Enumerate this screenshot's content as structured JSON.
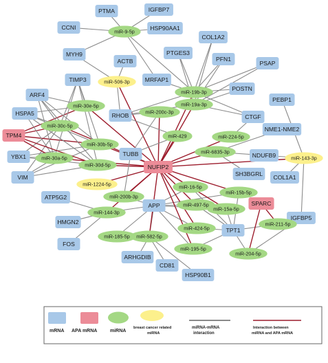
{
  "colors": {
    "mrna_fill": "#a8c8e8",
    "apa_fill": "#ec8c98",
    "mirna_fill": "#a4d884",
    "bc_fill": "#fcf08c",
    "gray_edge": "#8a8a8a",
    "red_edge": "#9c1c2c",
    "legend_border": "#666666"
  },
  "nodes": [
    {
      "id": "PTMA",
      "type": "mrna"
    },
    {
      "id": "IGFBP7",
      "type": "mrna"
    },
    {
      "id": "CCNI",
      "type": "mrna"
    },
    {
      "id": "miR-9-5p",
      "type": "mirna"
    },
    {
      "id": "HSP90AA1",
      "type": "mrna"
    },
    {
      "id": "COL1A2",
      "type": "mrna"
    },
    {
      "id": "MYH9",
      "type": "mrna"
    },
    {
      "id": "PTGES3",
      "type": "mrna"
    },
    {
      "id": "PFN1",
      "type": "mrna"
    },
    {
      "id": "ACTB",
      "type": "mrna"
    },
    {
      "id": "PSAP",
      "type": "mrna"
    },
    {
      "id": "miR-506-3p",
      "type": "bc"
    },
    {
      "id": "MRFAP1",
      "type": "mrna"
    },
    {
      "id": "TIMP3",
      "type": "mrna"
    },
    {
      "id": "POSTN",
      "type": "mrna"
    },
    {
      "id": "miR-19b-3p",
      "type": "mirna"
    },
    {
      "id": "ARF4",
      "type": "mrna"
    },
    {
      "id": "miR-19a-3p",
      "type": "mirna"
    },
    {
      "id": "PEBP1",
      "type": "mrna"
    },
    {
      "id": "miR-30e-5p",
      "type": "mirna"
    },
    {
      "id": "RHOB",
      "type": "mrna"
    },
    {
      "id": "miR-200c-3p",
      "type": "mirna"
    },
    {
      "id": "HSPA5",
      "type": "mrna"
    },
    {
      "id": "CTGF",
      "type": "mrna"
    },
    {
      "id": "NME1-NME2",
      "type": "mrna"
    },
    {
      "id": "TPM4",
      "type": "apa"
    },
    {
      "id": "miR-30c-5p",
      "type": "mirna"
    },
    {
      "id": "miR-224-5p",
      "type": "mirna"
    },
    {
      "id": "miR-429",
      "type": "mirna"
    },
    {
      "id": "miR-30b-5p",
      "type": "mirna"
    },
    {
      "id": "YBX1",
      "type": "mrna"
    },
    {
      "id": "TUBB",
      "type": "mrna"
    },
    {
      "id": "miR-6835-3p",
      "type": "mirna"
    },
    {
      "id": "NDUFB9",
      "type": "mrna"
    },
    {
      "id": "miR-30a-5p",
      "type": "mirna"
    },
    {
      "id": "miR-143-3p",
      "type": "bc"
    },
    {
      "id": "miR-30d-5p",
      "type": "mirna"
    },
    {
      "id": "NUFIP2",
      "type": "apa"
    },
    {
      "id": "SH3BGRL",
      "type": "mrna"
    },
    {
      "id": "VIM",
      "type": "mrna"
    },
    {
      "id": "COL1A1",
      "type": "mrna"
    },
    {
      "id": "miR-1224-5p",
      "type": "bc"
    },
    {
      "id": "miR-16-5p",
      "type": "mirna"
    },
    {
      "id": "miR-15b-5p",
      "type": "mirna"
    },
    {
      "id": "ATP5G2",
      "type": "mrna"
    },
    {
      "id": "miR-200b-3p",
      "type": "mirna"
    },
    {
      "id": "APP",
      "type": "mrna"
    },
    {
      "id": "miR-497-5p",
      "type": "mirna"
    },
    {
      "id": "miR-15a-5p",
      "type": "mirna"
    },
    {
      "id": "SPARC",
      "type": "apa"
    },
    {
      "id": "IGFBP5",
      "type": "mrna"
    },
    {
      "id": "miR-144-3p",
      "type": "mirna"
    },
    {
      "id": "HMGN2",
      "type": "mrna"
    },
    {
      "id": "miR-424-5p",
      "type": "mirna"
    },
    {
      "id": "TPT1",
      "type": "mrna"
    },
    {
      "id": "miR-211-5p",
      "type": "mirna"
    },
    {
      "id": "miR-582-5p",
      "type": "mirna"
    },
    {
      "id": "miR-185-5p",
      "type": "mirna"
    },
    {
      "id": "miR-195-5p",
      "type": "mirna"
    },
    {
      "id": "FOS",
      "type": "mrna"
    },
    {
      "id": "miR-204-5p",
      "type": "mirna"
    },
    {
      "id": "ARHGDIB",
      "type": "mrna"
    },
    {
      "id": "CD81",
      "type": "mrna"
    },
    {
      "id": "HSP90B1",
      "type": "mrna"
    }
  ],
  "edges": [
    [
      "miR-9-5p",
      "PTMA",
      "g"
    ],
    [
      "miR-9-5p",
      "IGFBP7",
      "g"
    ],
    [
      "miR-9-5p",
      "CCNI",
      "g"
    ],
    [
      "miR-9-5p",
      "HSP90AA1",
      "g"
    ],
    [
      "miR-9-5p",
      "MYH9",
      "g"
    ],
    [
      "miR-9-5p",
      "MRFAP1",
      "g"
    ],
    [
      "miR-9-5p",
      "miR-19b-3p",
      "g"
    ],
    [
      "miR-506-3p",
      "MYH9",
      "g"
    ],
    [
      "miR-506-3p",
      "ACTB",
      "g"
    ],
    [
      "miR-506-3p",
      "RHOB",
      "g"
    ],
    [
      "miR-506-3p",
      "NUFIP2",
      "r"
    ],
    [
      "miR-19b-3p",
      "COL1A2",
      "g"
    ],
    [
      "miR-19b-3p",
      "PTGES3",
      "g"
    ],
    [
      "miR-19b-3p",
      "PFN1",
      "g"
    ],
    [
      "miR-19b-3p",
      "PSAP",
      "g"
    ],
    [
      "miR-19b-3p",
      "POSTN",
      "g"
    ],
    [
      "miR-19b-3p",
      "MRFAP1",
      "g"
    ],
    [
      "miR-19b-3p",
      "CTGF",
      "g"
    ],
    [
      "miR-19b-3p",
      "RHOB",
      "g"
    ],
    [
      "miR-19b-3p",
      "NUFIP2",
      "r"
    ],
    [
      "miR-19a-3p",
      "COL1A2",
      "g"
    ],
    [
      "miR-19a-3p",
      "PTGES3",
      "g"
    ],
    [
      "miR-19a-3p",
      "PFN1",
      "g"
    ],
    [
      "miR-19a-3p",
      "PSAP",
      "g"
    ],
    [
      "miR-19a-3p",
      "POSTN",
      "g"
    ],
    [
      "miR-19a-3p",
      "CTGF",
      "g"
    ],
    [
      "miR-19a-3p",
      "RHOB",
      "g"
    ],
    [
      "miR-19a-3p",
      "NUFIP2",
      "r"
    ],
    [
      "miR-30e-5p",
      "TIMP3",
      "g"
    ],
    [
      "miR-30e-5p",
      "ARF4",
      "g"
    ],
    [
      "miR-30e-5p",
      "HSPA5",
      "g"
    ],
    [
      "miR-30e-5p",
      "TPM4",
      "r"
    ],
    [
      "miR-30e-5p",
      "NUFIP2",
      "r"
    ],
    [
      "miR-30c-5p",
      "TIMP3",
      "g"
    ],
    [
      "miR-30c-5p",
      "ARF4",
      "g"
    ],
    [
      "miR-30c-5p",
      "HSPA5",
      "g"
    ],
    [
      "miR-30c-5p",
      "TPM4",
      "r"
    ],
    [
      "miR-30c-5p",
      "YBX1",
      "g"
    ],
    [
      "miR-30c-5p",
      "VIM",
      "g"
    ],
    [
      "miR-30c-5p",
      "NUFIP2",
      "r"
    ],
    [
      "miR-30b-5p",
      "TIMP3",
      "g"
    ],
    [
      "miR-30b-5p",
      "ARF4",
      "g"
    ],
    [
      "miR-30b-5p",
      "HSPA5",
      "g"
    ],
    [
      "miR-30b-5p",
      "TPM4",
      "r"
    ],
    [
      "miR-30b-5p",
      "YBX1",
      "g"
    ],
    [
      "miR-30b-5p",
      "VIM",
      "g"
    ],
    [
      "miR-30b-5p",
      "NUFIP2",
      "r"
    ],
    [
      "miR-30a-5p",
      "TIMP3",
      "g"
    ],
    [
      "miR-30a-5p",
      "ARF4",
      "g"
    ],
    [
      "miR-30a-5p",
      "HSPA5",
      "g"
    ],
    [
      "miR-30a-5p",
      "TPM4",
      "r"
    ],
    [
      "miR-30a-5p",
      "YBX1",
      "g"
    ],
    [
      "miR-30a-5p",
      "VIM",
      "g"
    ],
    [
      "miR-30a-5p",
      "NUFIP2",
      "r"
    ],
    [
      "miR-30d-5p",
      "TIMP3",
      "g"
    ],
    [
      "miR-30d-5p",
      "ARF4",
      "g"
    ],
    [
      "miR-30d-5p",
      "HSPA5",
      "g"
    ],
    [
      "miR-30d-5p",
      "TPM4",
      "r"
    ],
    [
      "miR-30d-5p",
      "YBX1",
      "g"
    ],
    [
      "miR-30d-5p",
      "VIM",
      "g"
    ],
    [
      "miR-30d-5p",
      "NUFIP2",
      "r"
    ],
    [
      "miR-200c-3p",
      "RHOB",
      "g"
    ],
    [
      "miR-200c-3p",
      "TUBB",
      "g"
    ],
    [
      "miR-200c-3p",
      "NUFIP2",
      "r"
    ],
    [
      "miR-429",
      "RHOB",
      "g"
    ],
    [
      "miR-429",
      "TUBB",
      "g"
    ],
    [
      "miR-429",
      "NUFIP2",
      "r"
    ],
    [
      "miR-224-5p",
      "CTGF",
      "g"
    ],
    [
      "miR-224-5p",
      "NUFIP2",
      "r"
    ],
    [
      "miR-6835-3p",
      "NME1-NME2",
      "g"
    ],
    [
      "miR-6835-3p",
      "NDUFB9",
      "g"
    ],
    [
      "miR-6835-3p",
      "SH3BGRL",
      "g"
    ],
    [
      "miR-6835-3p",
      "NUFIP2",
      "r"
    ],
    [
      "miR-143-3p",
      "PEBP1",
      "g"
    ],
    [
      "miR-143-3p",
      "NDUFB9",
      "g"
    ],
    [
      "miR-143-3p",
      "COL1A1",
      "g"
    ],
    [
      "miR-143-3p",
      "IGFBP5",
      "g"
    ],
    [
      "miR-143-3p",
      "NUFIP2",
      "r"
    ],
    [
      "miR-1224-5p",
      "NUFIP2",
      "r"
    ],
    [
      "miR-16-5p",
      "APP",
      "g"
    ],
    [
      "miR-16-5p",
      "TPT1",
      "g"
    ],
    [
      "miR-16-5p",
      "NUFIP2",
      "r"
    ],
    [
      "miR-15b-5p",
      "APP",
      "g"
    ],
    [
      "miR-15b-5p",
      "TPT1",
      "g"
    ],
    [
      "miR-15b-5p",
      "NUFIP2",
      "r"
    ],
    [
      "miR-497-5p",
      "APP",
      "g"
    ],
    [
      "miR-497-5p",
      "TPT1",
      "g"
    ],
    [
      "miR-497-5p",
      "NUFIP2",
      "r"
    ],
    [
      "miR-15a-5p",
      "APP",
      "g"
    ],
    [
      "miR-15a-5p",
      "TPT1",
      "g"
    ],
    [
      "miR-15a-5p",
      "NUFIP2",
      "r"
    ],
    [
      "miR-424-5p",
      "APP",
      "g"
    ],
    [
      "miR-424-5p",
      "TPT1",
      "g"
    ],
    [
      "miR-424-5p",
      "NUFIP2",
      "r"
    ],
    [
      "miR-195-5p",
      "APP",
      "g"
    ],
    [
      "miR-195-5p",
      "TPT1",
      "g"
    ],
    [
      "miR-195-5p",
      "NUFIP2",
      "r"
    ],
    [
      "miR-200b-3p",
      "TUBB",
      "g"
    ],
    [
      "miR-200b-3p",
      "APP",
      "g"
    ],
    [
      "miR-200b-3p",
      "NUFIP2",
      "r"
    ],
    [
      "miR-144-3p",
      "ATP5G2",
      "g"
    ],
    [
      "miR-144-3p",
      "HMGN2",
      "g"
    ],
    [
      "miR-144-3p",
      "FOS",
      "g"
    ],
    [
      "miR-144-3p",
      "APP",
      "g"
    ],
    [
      "miR-144-3p",
      "NUFIP2",
      "r"
    ],
    [
      "miR-582-5p",
      "APP",
      "g"
    ],
    [
      "miR-582-5p",
      "ARHGDIB",
      "g"
    ],
    [
      "miR-582-5p",
      "CD81",
      "g"
    ],
    [
      "miR-582-5p",
      "HSP90B1",
      "g"
    ],
    [
      "miR-582-5p",
      "NUFIP2",
      "r"
    ],
    [
      "miR-185-5p",
      "APP",
      "g"
    ],
    [
      "miR-211-5p",
      "IGFBP5",
      "g"
    ],
    [
      "miR-211-5p",
      "TPT1",
      "g"
    ],
    [
      "miR-211-5p",
      "SPARC",
      "r"
    ],
    [
      "miR-204-5p",
      "SPARC",
      "r"
    ],
    [
      "miR-204-5p",
      "TPT1",
      "g"
    ],
    [
      "miR-204-5p",
      "IGFBP5",
      "g"
    ]
  ],
  "legend": {
    "mrna_label": "mRNA",
    "apa_label": "APA mRNA",
    "mirna_label": "miRNA",
    "bc_label_1": "breast cancer related",
    "bc_label_2": "miRNA",
    "mm_label_1": "miRNA-mRNA",
    "mm_label_2": "interaction",
    "apa_int_label_1": "Interaction between",
    "apa_int_label_2": "miRNA and APA mRNA"
  }
}
